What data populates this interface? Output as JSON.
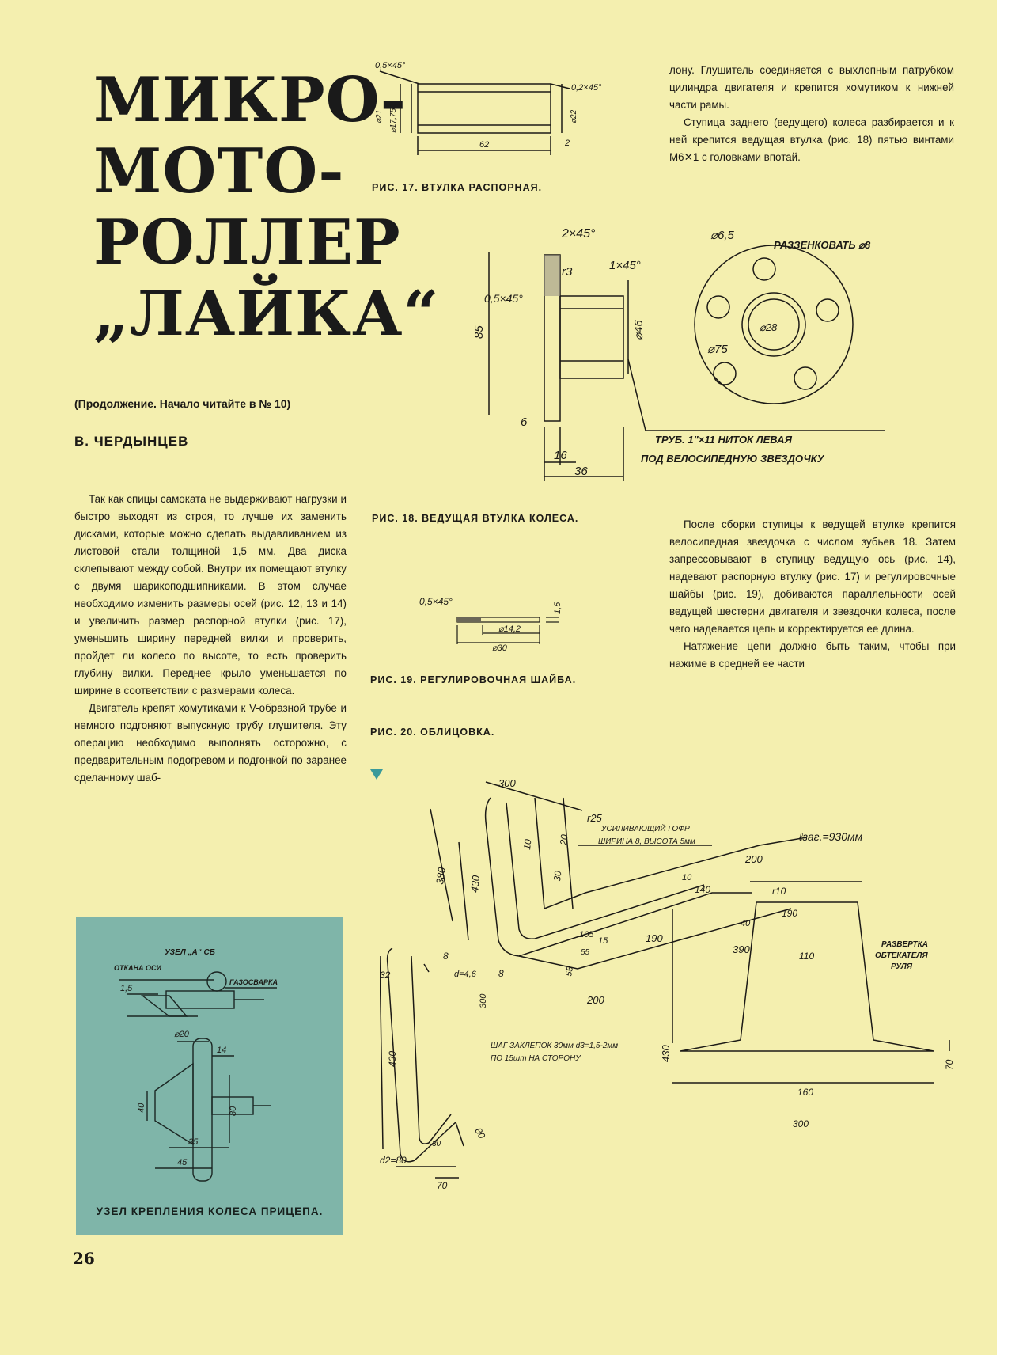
{
  "title": {
    "line1": "МИКРО-",
    "line2": "МОТО-",
    "line3": "РОЛЛЕР",
    "line4": "„ЛАЙКА“"
  },
  "continuation": "(Продолжение. Начало читайте в № 10)",
  "author": "В. ЧЕРДЫНЦЕВ",
  "page_number": "26",
  "col1": {
    "p1": "Так как спицы самоката не выдерживают нагрузки и быстро выходят из строя, то лучше их заменить дисками, которые можно сделать выдавливанием из листовой стали толщиной 1,5 мм. Два диска склепывают между собой. Внутри их помещают втулку с двумя шарикоподшипниками. В этом случае необходимо изменить размеры осей (рис. 12, 13 и 14) и увеличить размер распорной втулки (рис. 17), уменьшить ширину передней вилки и проверить, пройдет ли колесо по высоте, то есть проверить глубину вилки. Переднее крыло уменьшается по ширине в соответствии с размерами колеса.",
    "p2": "Двигатель крепят хомутиками к V-образной трубе и немного подгоняют выпускную трубу глушителя. Эту операцию необходимо выполнять осторожно, с предварительным подогревом и подгонкой по заранее сделанному шаб-"
  },
  "col3": {
    "p1": "лону. Глушитель соединяется с выхлопным патрубком цилиндра двигателя и крепится хомутиком к нижней части рамы.",
    "p2": "Ступица заднего (ведущего) колеса разбирается и к ней крепится ведущая втулка (рис. 18) пятью винтами М6✕1 с головками впотай.",
    "p3": "После сборки ступицы к ведущей втулке крепится велосипедная звездочка с числом зубьев 18. Затем запрессовывают в ступицу ведущую ось (рис. 14), надевают распорную втулку (рис. 17) и регулировочные шайбы (рис. 19), добиваются параллельности осей ведущей шестерни двигателя и звездочки колеса, после чего надевается цепь и корректируется ее длина.",
    "p4": "Натяжение цепи должно быть таким, чтобы при нажиме в средней ее части"
  },
  "captions": {
    "fig17": "РИС. 17. ВТУЛКА РАСПОРНАЯ.",
    "fig18": "РИС. 18. ВЕДУЩАЯ ВТУЛКА КОЛЕСА.",
    "fig19": "РИС. 19. РЕГУЛИРОВОЧНАЯ ШАЙБА.",
    "fig20": "РИС. 20. ОБЛИЦОВКА.",
    "teal": "УЗЕЛ КРЕПЛЕНИЯ КОЛЕСА ПРИЦЕПА."
  },
  "fig17": {
    "d1": "0,5×45°",
    "d2": "0,2×45°",
    "d3": "⌀21",
    "d4": "⌀17,75",
    "d5": "⌀22",
    "d6": "62",
    "d7": "2"
  },
  "fig18": {
    "d1": "2×45°",
    "d2": "r3",
    "d3": "1×45°",
    "d4": "0,5×45°",
    "d5": "85",
    "d6": "⌀46",
    "d7": "6",
    "d8": "16",
    "d9": "36",
    "d10": "⌀6,5",
    "d11": "РАЗЗЕНКОВАТЬ ⌀8",
    "d12": "⌀28",
    "d13": "⌀75",
    "d14": "ТРУБ. 1\"×11 НИТОК ЛЕВАЯ",
    "d15": "ПОД ВЕЛОСИПЕДНУЮ ЗВЕЗДОЧКУ"
  },
  "fig19": {
    "d1": "0,5×45°",
    "d2": "1,5",
    "d3": "⌀14,2",
    "d4": "⌀30"
  },
  "fig20": {
    "d1": "300",
    "d2": "r25",
    "d3": "УСИЛИВАЮЩИЙ ГОФР",
    "d4": "ШИРИНА 8, ВЫСОТА 5мм",
    "d5": "ℓзаг.=930мм",
    "d6": "380",
    "d7": "430",
    "d8": "10",
    "d9": "20",
    "d10": "30",
    "d11": "200",
    "d12": "10",
    "d13": "140",
    "d14": "r10",
    "d15": "190",
    "d16": "40",
    "d17": "105",
    "d18": "15",
    "d19": "190",
    "d20": "390",
    "d21": "55",
    "d22": "55",
    "d23": "200",
    "d24": "РАЗВЕРТКА",
    "d25": "ОБТЕКАТЕЛЯ",
    "d26": "РУЛЯ",
    "d27": "110",
    "d28": "430",
    "d29": "160",
    "d30": "70",
    "d31": "300",
    "d32": "8",
    "d33": "32",
    "d34": "d=4,6",
    "d35": "8",
    "d36": "300",
    "d37": "ШАГ ЗАКЛЕПОК 30мм d3=1,5-2мм",
    "d38": "ПО 15шт НА СТОРОНУ",
    "d39": "430",
    "d40": "80",
    "d41": "30",
    "d42": "d2=80",
    "d43": "70"
  },
  "teal_fig": {
    "d1": "УЗЕЛ „А“ СБ",
    "d2": "ОТКАНА ОСИ",
    "d3": "1,5",
    "d4": "ГАЗОСВАРКА",
    "d5": "⌀20",
    "d6": "14",
    "d7": "40",
    "d8": "80",
    "d9": "35",
    "d10": "45"
  }
}
